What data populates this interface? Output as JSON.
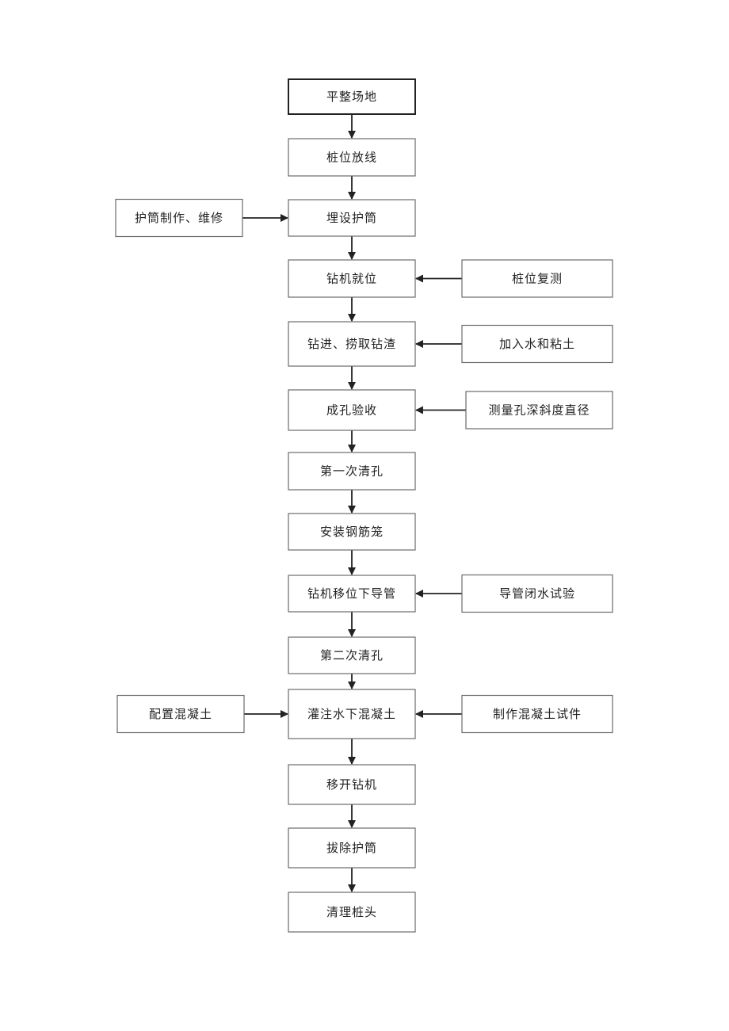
{
  "main_steps": [
    "平整场地",
    "桩位放线",
    "埋设护筒",
    "钻机就位",
    "钻进、捞取钻渣",
    "成孔验收",
    "第一次清孔",
    "安装钢筋笼",
    "钻机移位下导管",
    "第二次清孔",
    "灌注水下混凝土",
    "移开钻机",
    "拔除护筒",
    "清理桩头"
  ],
  "left_inputs": [
    {
      "label": "护筒制作、维修",
      "target": 2
    },
    {
      "label": "配置混凝土",
      "target": 10
    }
  ],
  "right_inputs": [
    {
      "label": "桩位复测",
      "target": 3
    },
    {
      "label": "加入水和粘土",
      "target": 4
    },
    {
      "label": "测量孔深斜度直径",
      "target": 5
    },
    {
      "label": "导管闭水试验",
      "target": 8
    },
    {
      "label": "制作混凝土试件",
      "target": 10
    }
  ],
  "colors": {
    "line": "#222222",
    "box_border": "#6b6b6b",
    "text": "#222222"
  }
}
